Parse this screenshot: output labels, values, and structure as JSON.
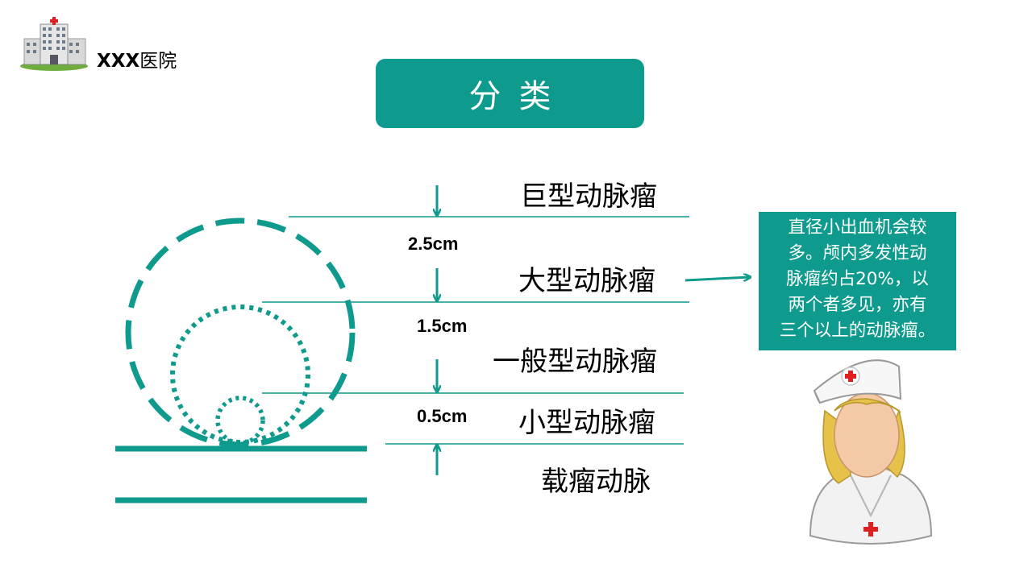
{
  "header": {
    "hospital_name_latin": "XXX",
    "hospital_name_cn": "医院"
  },
  "title": "分类",
  "categories": [
    {
      "label": "巨型动脉瘤"
    },
    {
      "label": "大型动脉瘤"
    },
    {
      "label": "一般型动脉瘤"
    },
    {
      "label": "小型动脉瘤"
    },
    {
      "label": "载瘤动脉"
    }
  ],
  "thresholds": [
    "2.5cm",
    "1.5cm",
    "0.5cm"
  ],
  "description": {
    "lines": [
      "直径小出血机会较",
      "多。颅内多发性动",
      "脉瘤约占20%，以",
      "两个者多见，亦有",
      "三个以上的动脉瘤。"
    ]
  },
  "colors": {
    "teal": "#0e9a8c",
    "dim_green": "#1a6b1a"
  },
  "icons": {
    "logo": "hospital-building-icon",
    "character": "nurse-icon"
  }
}
